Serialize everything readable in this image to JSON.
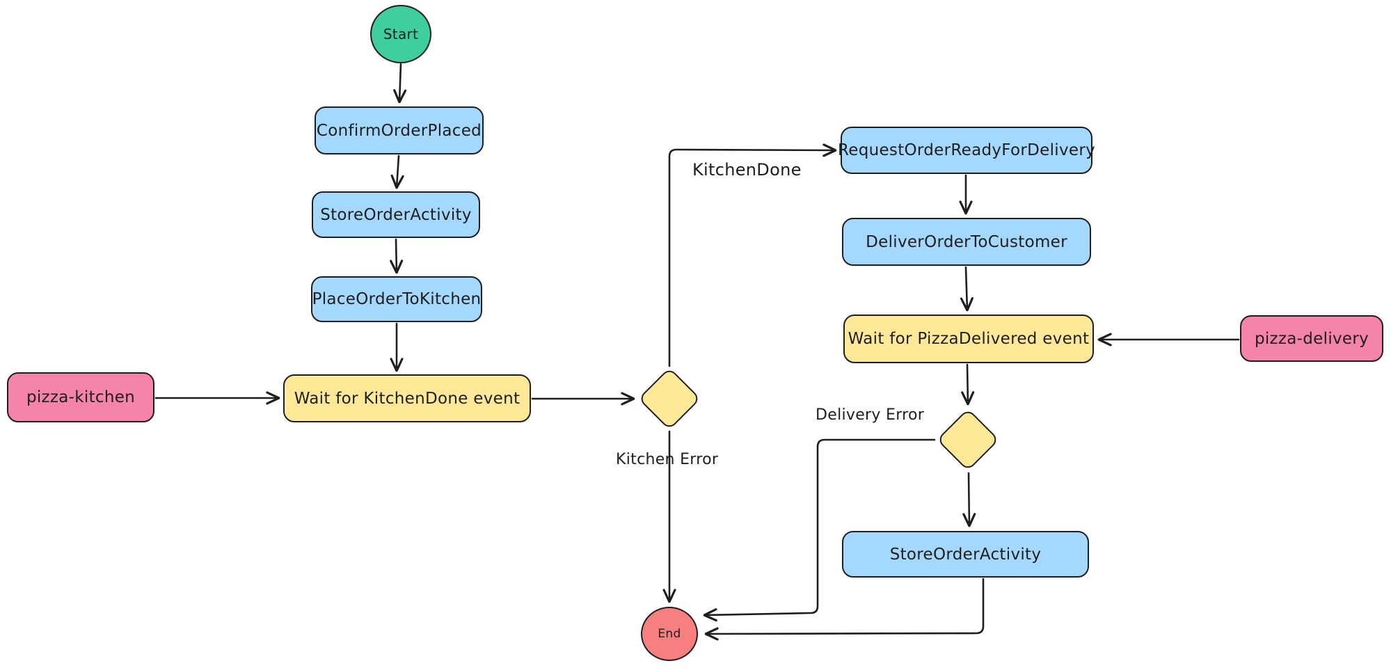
{
  "colors": {
    "stroke": "#1e1e1e",
    "blue": "#a5d8ff",
    "yellow": "#ffe999",
    "pink": "#f583ac",
    "green": "#3fcf9d",
    "red": "#f77f7f",
    "background": "#ffffff"
  },
  "nodes": {
    "start": {
      "label": "Start",
      "shape": "circle",
      "color": "green"
    },
    "confirm_order_placed": {
      "label": "ConfirmOrderPlaced",
      "shape": "rect",
      "color": "blue"
    },
    "store_order_activity_1": {
      "label": "StoreOrderActivity",
      "shape": "rect",
      "color": "blue"
    },
    "place_order_to_kitchen": {
      "label": "PlaceOrderToKitchen",
      "shape": "rect",
      "color": "blue"
    },
    "pizza_kitchen": {
      "label": "pizza-kitchen",
      "shape": "rect",
      "color": "pink"
    },
    "wait_kitchen_done": {
      "label": "Wait for KitchenDone event",
      "shape": "rect",
      "color": "yellow"
    },
    "kitchen_decision": {
      "label": "",
      "shape": "diamond",
      "color": "yellow"
    },
    "request_order_ready_for_delivery": {
      "label": "RequestOrderReadyForDelivery",
      "shape": "rect",
      "color": "blue"
    },
    "deliver_order_to_customer": {
      "label": "DeliverOrderToCustomer",
      "shape": "rect",
      "color": "blue"
    },
    "wait_pizza_delivered": {
      "label": "Wait for PizzaDelivered event",
      "shape": "rect",
      "color": "yellow"
    },
    "pizza_delivery": {
      "label": "pizza-delivery",
      "shape": "rect",
      "color": "pink"
    },
    "delivery_decision": {
      "label": "",
      "shape": "diamond",
      "color": "yellow"
    },
    "store_order_activity_2": {
      "label": "StoreOrderActivity",
      "shape": "rect",
      "color": "blue"
    },
    "end": {
      "label": "End",
      "shape": "circle",
      "color": "red"
    }
  },
  "edge_labels": {
    "kitchen_done": "KitchenDone",
    "kitchen_error": "Kitchen Error",
    "delivery_error": "Delivery Error"
  }
}
